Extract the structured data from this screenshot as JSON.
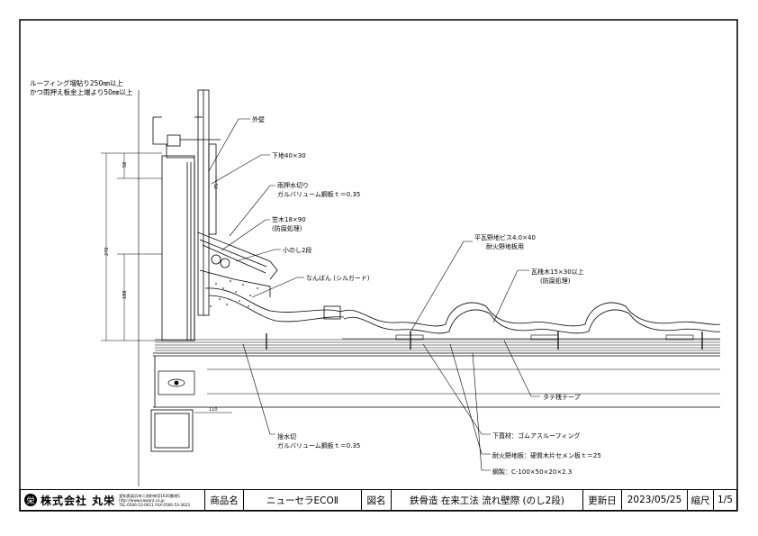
{
  "notes": {
    "roofing_line1": "ルーフィング増貼り250㎜以上",
    "roofing_line2": "かつ雨押え板金上端より50㎜以上"
  },
  "labels": {
    "wall": "外壁",
    "base": "下地40×30",
    "flashing_line1": "雨押水切り",
    "flashing_line2": "ガルバリューム鋼板ｔ＝0.35",
    "kasagi_line1": "笠木18×90",
    "kasagi_line2": "(防腐処理)",
    "noshi": "小のし2段",
    "nanban": "なんばん (シルガード)",
    "screw_line1": "平瓦野地ビス4.0×40",
    "screw_line2": "耐火野地板用",
    "batten_line1": "瓦桟木15×30以上",
    "batten_line2": "(防腐処理)",
    "tape": "タテ桟テープ",
    "drip_line1": "捨水切",
    "drip_line2": "ガルバリューム鋼板ｔ＝0.35",
    "underlay": "下葺材：ゴムアスルーフィング",
    "sheathing": "耐火野地板：硬質木片セメン板ｔ＝25",
    "steel": "鋼製：C-100×50×20×2.3"
  },
  "dims": {
    "d1": "58",
    "d2": "75",
    "d3": "270",
    "d4": "188",
    "d5": "110"
  },
  "titleblock": {
    "company": "株式会社 丸栄",
    "logo_glyph": "栄",
    "address": "愛知県高浜市二池町神宮1620番地5",
    "url": "http://www.kawara.co.jp",
    "tel": "TEL:0566-53-0611 FAX:0566-53-3623",
    "product_label": "商品名",
    "product": "ニューセラECOⅡ",
    "drawing_label": "図名",
    "drawing": "鉄骨造 在来工法 流れ壁際 (のし2段)",
    "updated_label": "更新日",
    "updated": "2023/05/25",
    "scale_label": "縮尺",
    "scale": "1/5"
  }
}
